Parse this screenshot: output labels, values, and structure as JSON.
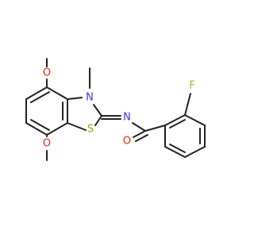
{
  "molecule": {
    "atoms": {
      "o_top": {
        "label": "O",
        "color": "#e8280f"
      },
      "n_ring": {
        "label": "N",
        "color": "#3333ff"
      },
      "methyl": {
        "label": "CH3-free",
        "color": "#222222"
      },
      "s_ring": {
        "label": "S",
        "color": "#b59a00"
      },
      "n_imine": {
        "label": "N",
        "color": "#3333ff"
      },
      "o_carbonyl": {
        "label": "O",
        "color": "#e8280f"
      },
      "f": {
        "label": "F",
        "color": "#8fc31f"
      },
      "o_bottom": {
        "label": "O",
        "color": "#e8280f"
      }
    },
    "bond_color": "#222222"
  }
}
